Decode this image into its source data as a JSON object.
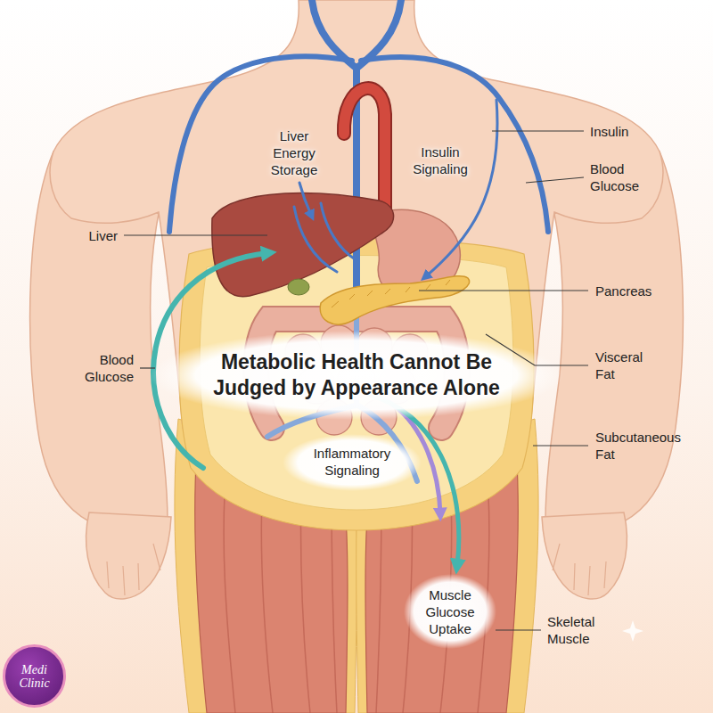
{
  "diagram": {
    "title": "Metabolic Health Cannot Be Judged by Appearance Alone",
    "nodes": [
      {
        "text": [
          "Medi Clinic"
        ]
      }
    ],
    "labels": [
      "Insulin",
      "Liver Energy Storage",
      "Insulin Signaling",
      "Blood Glucose",
      "Liver",
      "Pancreas",
      "Blood Glucose",
      "Visceral Fat",
      "Subcutaneous Fat",
      "Inflammatory Signaling",
      "Muscle Glucose Uptake",
      "Skeletal Muscle"
    ]
  }
}
